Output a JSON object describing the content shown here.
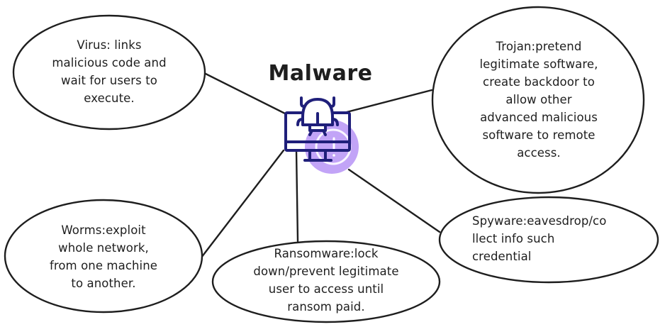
{
  "diagram": {
    "title": "Malware",
    "central_icon": "computer-bug-alert-icon",
    "colors": {
      "stroke": "#1e1e1e",
      "icon_stroke": "#1f1f7a",
      "icon_accent": "#b794f6",
      "background": "#ffffff"
    },
    "nodes": [
      {
        "id": "virus",
        "label": "Virus: links\nmalicious code and\nwait for users to\nexecute."
      },
      {
        "id": "trojan",
        "label": "Trojan:pretend\nlegitimate software,\ncreate backdoor to\nallow other\nadvanced malicious\nsoftware to remote\naccess."
      },
      {
        "id": "spyware",
        "label": "Spyware:eavesdrop/co\nllect info such\ncredential"
      },
      {
        "id": "ransomware",
        "label": "Ransomware:lock\ndown/prevent legitimate\nuser to access until\nransom paid."
      },
      {
        "id": "worms",
        "label": "Worms:exploit\nwhole network,\nfrom one machine\nto another."
      }
    ]
  }
}
